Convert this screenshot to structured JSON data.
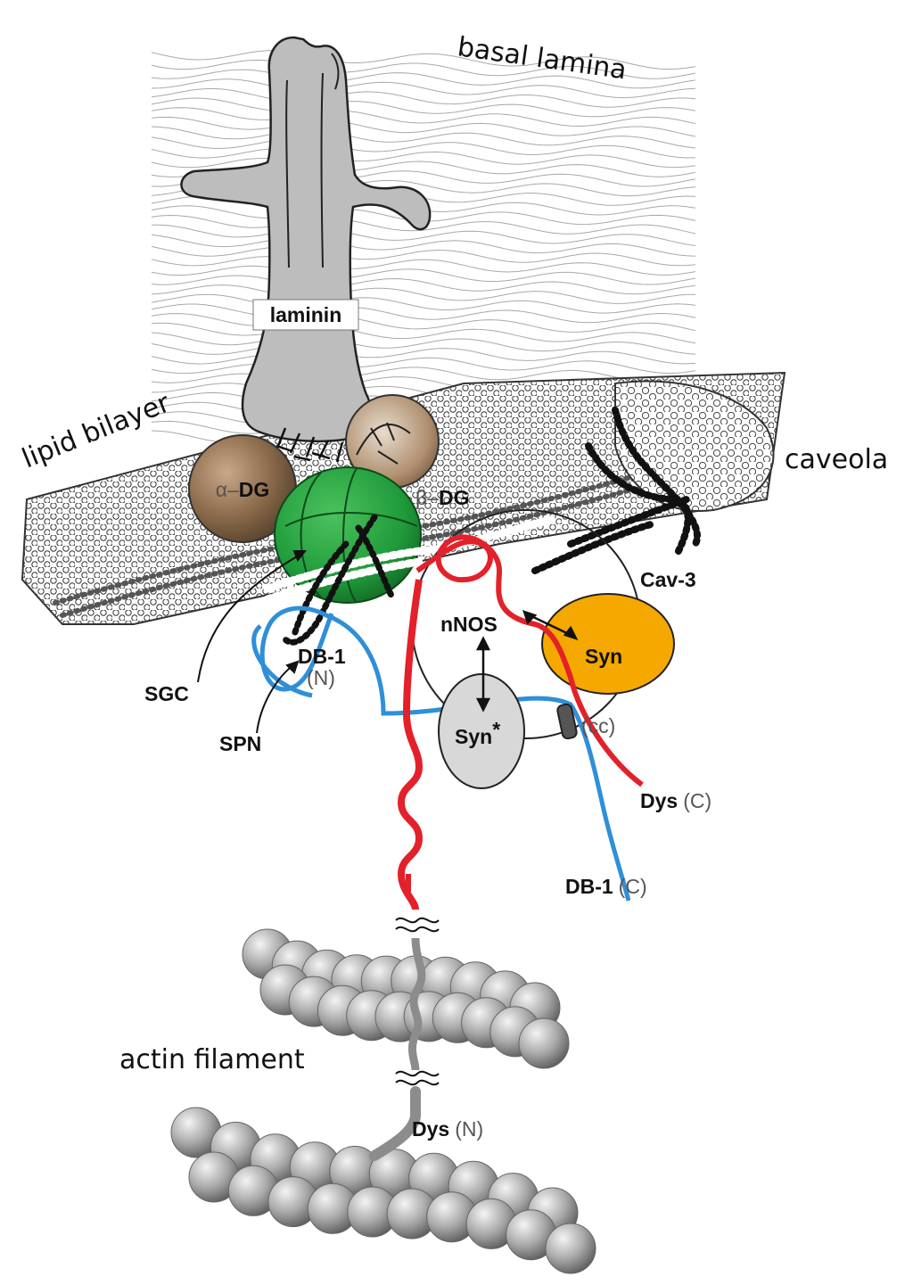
{
  "labels": {
    "basal_lamina": "basal lamina",
    "laminin": "laminin",
    "lipid_bilayer": "lipid bilayer",
    "caveola": "caveola",
    "alpha_dg_greek": "α–",
    "alpha_dg_text": "DG",
    "beta_dg_greek": "β–",
    "beta_dg_text": "DG",
    "cav3": "Cav-3",
    "nnos": "nNOS",
    "syn": "Syn",
    "syn_star": "Syn",
    "syn_star_mark": "*",
    "db1_n": "DB-1",
    "db1_n_suffix": "(N)",
    "sgc": "SGC",
    "spn": "SPN",
    "cc": "(cc)",
    "dys_c": "Dys",
    "dys_c_suffix": "(C)",
    "db1_c": "DB-1",
    "db1_c_suffix": "(C)",
    "actin_filament": "actin filament",
    "dys_n": "Dys",
    "dys_n_suffix": "(N)"
  },
  "colors": {
    "laminin": "#bdbdbd",
    "dystroglycan": "#8a6a4a",
    "sarcoglycan": "#1f9a3a",
    "syntrophin": "#f5a800",
    "syntrophin_star": "#d8d8d8",
    "dystrophin": "#e3212b",
    "dystrobrevin": "#2f8fd8",
    "actin": "#9a9a9a",
    "lamina": "#9a9a9a"
  },
  "icons": {
    "laminin": "laminin-shape",
    "membrane": "hex-mesh",
    "actin": "bead-chain"
  }
}
